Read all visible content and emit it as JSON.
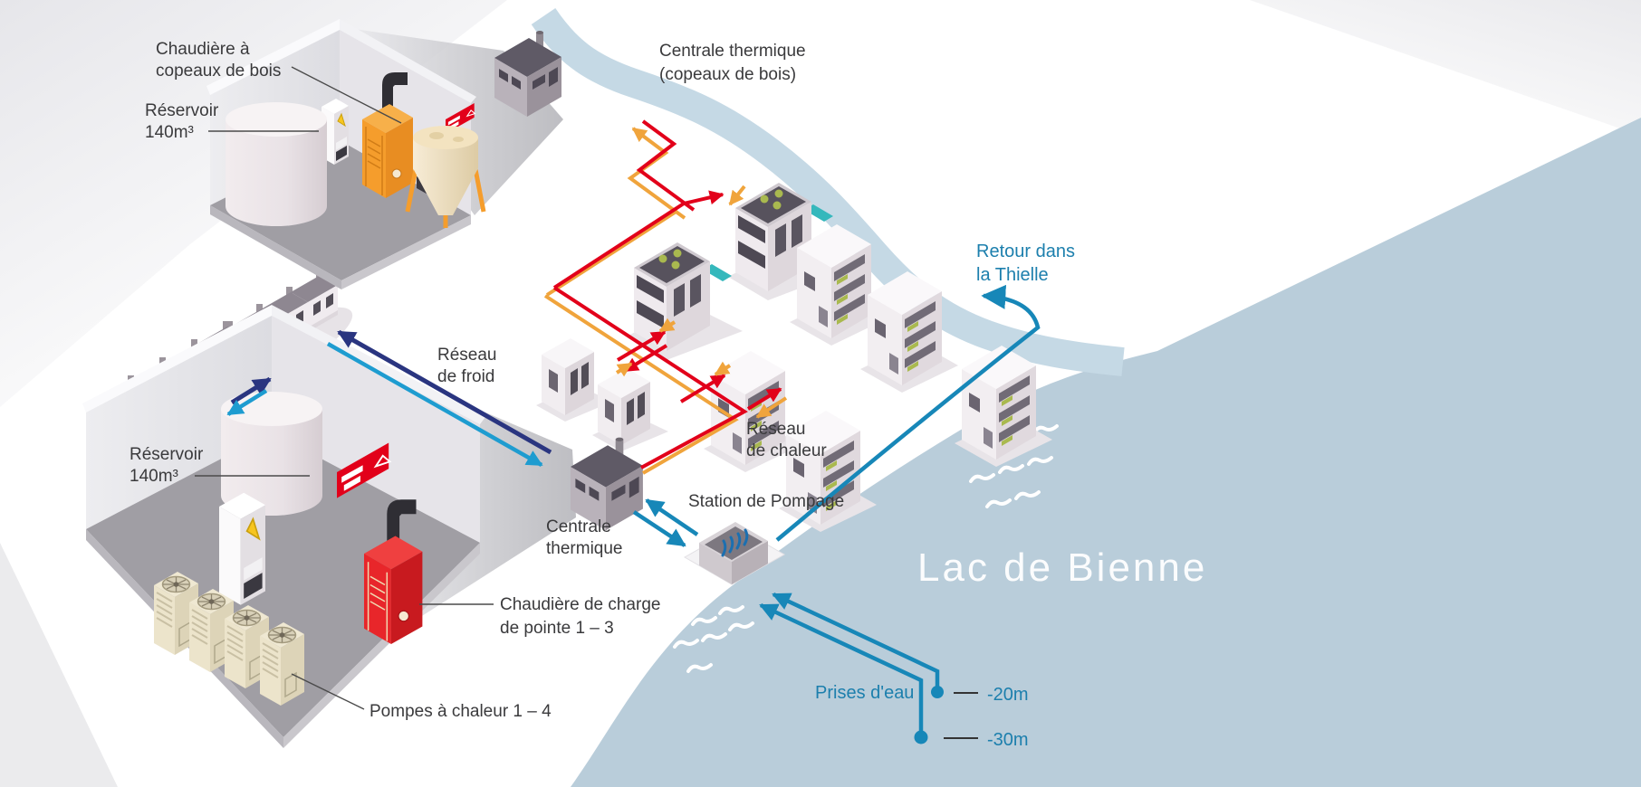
{
  "diagram": {
    "plant_top": {
      "boiler_label": [
        "Chaudière à",
        "copeaux de bois"
      ],
      "reservoir_label": [
        "Réservoir",
        "140m³"
      ]
    },
    "plant_bottom": {
      "reservoir_label": [
        "Réservoir",
        "140m³"
      ],
      "peak_boiler_label": [
        "Chaudière de charge",
        "de pointe 1 – 3"
      ],
      "heat_pumps_label": "Pompes à chaleur 1 – 4"
    },
    "wood_chip_plant_label": [
      "Centrale thermique",
      "(copeaux de bois)"
    ],
    "thermal_plant_label": [
      "Centrale",
      "thermique"
    ],
    "pumping_station_label": "Station de Pompage",
    "cold_network_label": [
      "Réseau",
      "de froid"
    ],
    "heat_network_label": [
      "Réseau",
      "de chaleur"
    ],
    "river_return_label": [
      "Retour dans",
      "la Thielle"
    ],
    "lake_label": "Lac de Bienne",
    "water_intake_label": "Prises d'eau",
    "depth_20_label": "-20m",
    "depth_30_label": "-30m"
  },
  "colors": {
    "heat_supply": "#e2001a",
    "heat_return": "#f0a43c",
    "cold_supply": "#2a3580",
    "cold_return": "#1e9cd0",
    "water": "#1787b8",
    "teal_label": "#1c7fad",
    "label": "#3a3a3c",
    "lake": "#b9cdda",
    "river": "#c5d9e5",
    "pool": "#35b8bc",
    "accent_green": "#a9b94f",
    "boiler_orange": "#f59d2c",
    "boiler_red": "#e8262a",
    "warning_red": "#e2001a"
  }
}
